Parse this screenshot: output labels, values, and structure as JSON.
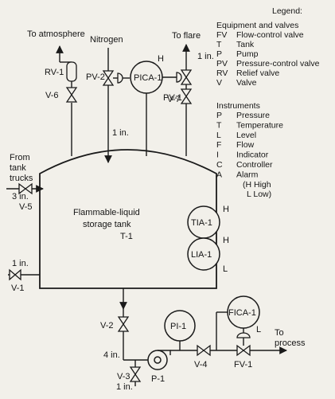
{
  "legend": {
    "title": "Legend:",
    "equip_title": "Equipment and valves",
    "equipment": [
      {
        "code": "FV",
        "desc": "Flow-control valve"
      },
      {
        "code": "T",
        "desc": "Tank"
      },
      {
        "code": "P",
        "desc": "Pump"
      },
      {
        "code": "PV",
        "desc": "Pressure-control valve"
      },
      {
        "code": "RV",
        "desc": "Relief valve"
      },
      {
        "code": "V",
        "desc": "Valve"
      }
    ],
    "inst_title": "Instruments",
    "instruments": [
      {
        "code": "P",
        "desc": "Pressure"
      },
      {
        "code": "T",
        "desc": "Temperature"
      },
      {
        "code": "L",
        "desc": "Level"
      },
      {
        "code": "F",
        "desc": "Flow"
      },
      {
        "code": "I",
        "desc": "Indicator"
      },
      {
        "code": "C",
        "desc": "Controller"
      },
      {
        "code": "A",
        "desc": "Alarm"
      }
    ],
    "alarm_high": "(H High",
    "alarm_low": "L Low)"
  },
  "labels": {
    "to_atmosphere": "To atmosphere",
    "nitrogen": "Nitrogen",
    "to_flare": "To flare",
    "from_tank_trucks_1": "From",
    "from_tank_trucks_2": "tank",
    "from_tank_trucks_3": "trucks",
    "to_process_1": "To",
    "to_process_2": "process",
    "size_1in_flare": "1 in.",
    "size_1in_mid": "1 in.",
    "size_3in": "3 in.",
    "size_1in_left": "1 in.",
    "size_4in": "4 in.",
    "size_1in_bottom": "1 in.",
    "tank_line1": "Flammable-liquid",
    "tank_line2": "storage tank",
    "tank_line3": "T-1"
  },
  "tags": {
    "rv1": "RV-1",
    "v6": "V-6",
    "pv2": "PV-2",
    "pica1": "PICA-1",
    "pica_h": "H",
    "pv1": "PV-1",
    "v7": "V-7",
    "v5": "V-5",
    "v1": "V-1",
    "tia1": "TIA-1",
    "tia_h": "H",
    "lia1": "LIA-1",
    "lia_h": "H",
    "lia_l": "L",
    "v2": "V-2",
    "pi1": "PI-1",
    "fica1": "FICA-1",
    "fica_l": "L",
    "v3": "V-3",
    "p1": "P-1",
    "v4": "V-4",
    "fv1": "FV-1"
  }
}
